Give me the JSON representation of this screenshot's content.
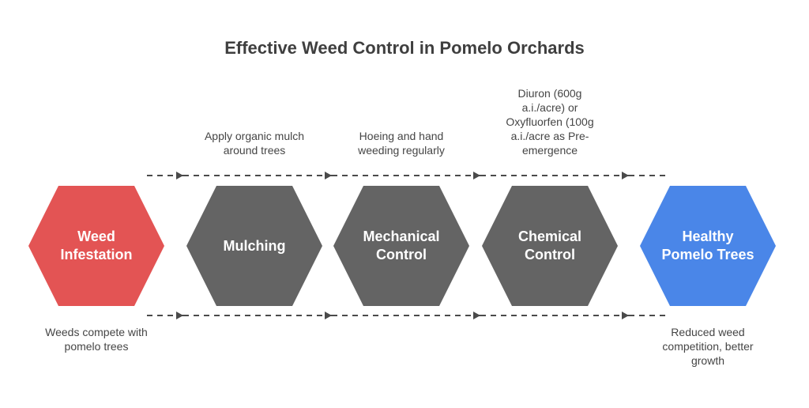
{
  "title": "Effective Weed Control in Pomelo Orchards",
  "colors": {
    "problem": "#e35454",
    "step": "#646464",
    "goal": "#4a86e8",
    "connector": "#4a4a4a"
  },
  "steps": [
    {
      "label_lines": [
        "Weed",
        "Infestation"
      ],
      "kind": "problem",
      "note_below_lines": [
        "Weeds compete with",
        "pomelo trees"
      ]
    },
    {
      "label_lines": [
        "Mulching"
      ],
      "kind": "step",
      "note_above_lines": [
        "Apply organic mulch",
        "around trees"
      ]
    },
    {
      "label_lines": [
        "Mechanical",
        "Control"
      ],
      "kind": "step",
      "note_above_lines": [
        "Hoeing and hand",
        "weeding regularly"
      ]
    },
    {
      "label_lines": [
        "Chemical",
        "Control"
      ],
      "kind": "step",
      "note_above_lines": [
        "Diuron (600g",
        "a.i./acre) or",
        "Oxyfluorfen (100g",
        "a.i./acre as Pre-",
        "emergence"
      ]
    },
    {
      "label_lines": [
        "Healthy",
        "Pomelo Trees"
      ],
      "kind": "goal",
      "note_below_lines": [
        "Reduced weed",
        "competition, better",
        "growth"
      ]
    }
  ]
}
